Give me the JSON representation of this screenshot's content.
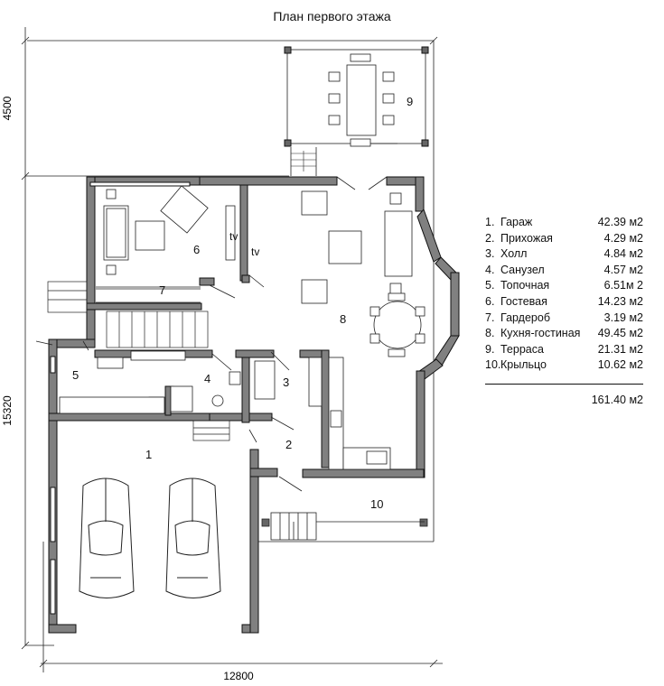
{
  "title": "План первого этажа",
  "dimensions": {
    "top_left_vertical": "4500",
    "left_vertical": "15320",
    "bottom_horizontal": "12800"
  },
  "room_numbers": [
    "1",
    "2",
    "3",
    "4",
    "5",
    "6",
    "7",
    "8",
    "9",
    "10"
  ],
  "tv_labels": [
    "tv",
    "tv"
  ],
  "legend": {
    "rows": [
      {
        "num": "1.",
        "name": "Гараж",
        "area": "42.39 м2"
      },
      {
        "num": "2.",
        "name": "Прихожая",
        "area": "4.29 м2"
      },
      {
        "num": "3.",
        "name": "Холл",
        "area": "4.84 м2"
      },
      {
        "num": "4.",
        "name": "Санузел",
        "area": "4.57 м2"
      },
      {
        "num": "5.",
        "name": "Топочная",
        "area": "6.51м 2"
      },
      {
        "num": "6.",
        "name": "Гостевая",
        "area": "14.23 м2"
      },
      {
        "num": "7.",
        "name": "Гардероб",
        "area": "3.19 м2"
      },
      {
        "num": "8.",
        "name": "Кухня-гостиная",
        "area": "49.45 м2"
      },
      {
        "num": "9.",
        "name": "Терраса",
        "area": "21.31 м2"
      },
      {
        "num": "10.",
        "name": "Крыльцо",
        "area": "10.62 м2"
      }
    ],
    "total": "161.40 м2"
  },
  "colors": {
    "wall": "#808080",
    "wall_outline": "#111111",
    "line": "#222222"
  }
}
